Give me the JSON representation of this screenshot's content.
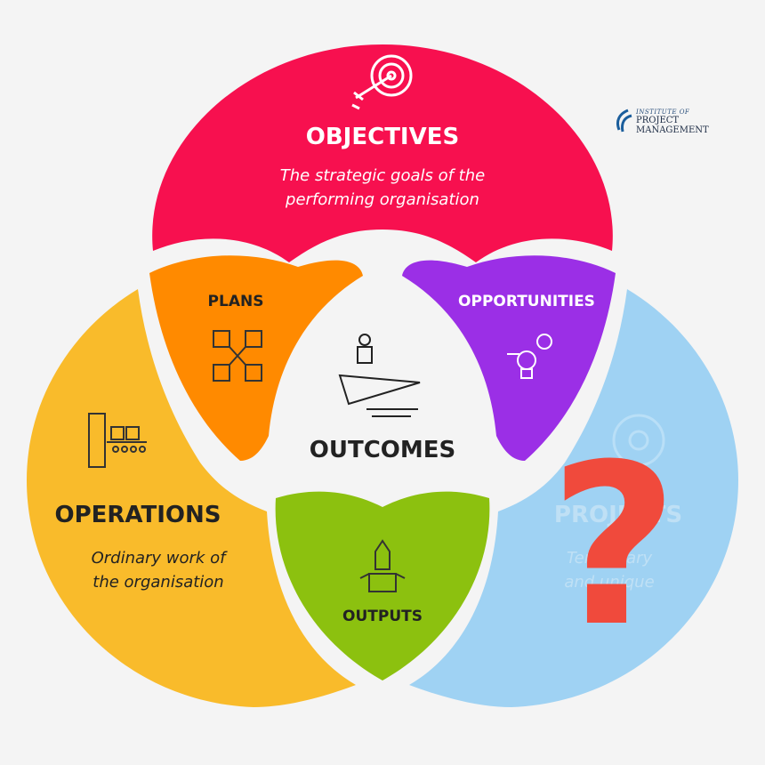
{
  "logo": {
    "line1": "INSTITUTE OF",
    "line2": "PROJECT",
    "line3": "MANAGEMENT",
    "color": "#1b5e9c"
  },
  "segments": {
    "objectives": {
      "title": "OBJECTIVES",
      "line1": "The strategic goals of the",
      "line2": "performing organisation",
      "color": "#f7104f",
      "icon": "target-icon"
    },
    "operations": {
      "title": "OPERATIONS",
      "line1": "Ordinary work of",
      "line2": "the organisation",
      "color": "#f9bb2b",
      "icon": "conveyor-icon"
    },
    "projects": {
      "title": "PROJECTS",
      "line1": "Temporary",
      "line2": "and unique",
      "color": "#9fd2f3",
      "icon": "gear-icon"
    },
    "plans": {
      "title": "PLANS",
      "color": "#ff8a00",
      "icon": "flowchart-icon"
    },
    "opportunities": {
      "title": "OPPORTUNITIES",
      "color": "#9b2fe6",
      "icon": "lightbulb-gear-icon"
    },
    "outputs": {
      "title": "OUTPUTS",
      "color": "#8cc10f",
      "icon": "rocket-box-icon"
    },
    "outcomes": {
      "title": "OUTCOMES",
      "icon": "paper-plane-rider-icon"
    }
  },
  "overlay": {
    "symbol": "?",
    "color": "#f04a3c"
  }
}
